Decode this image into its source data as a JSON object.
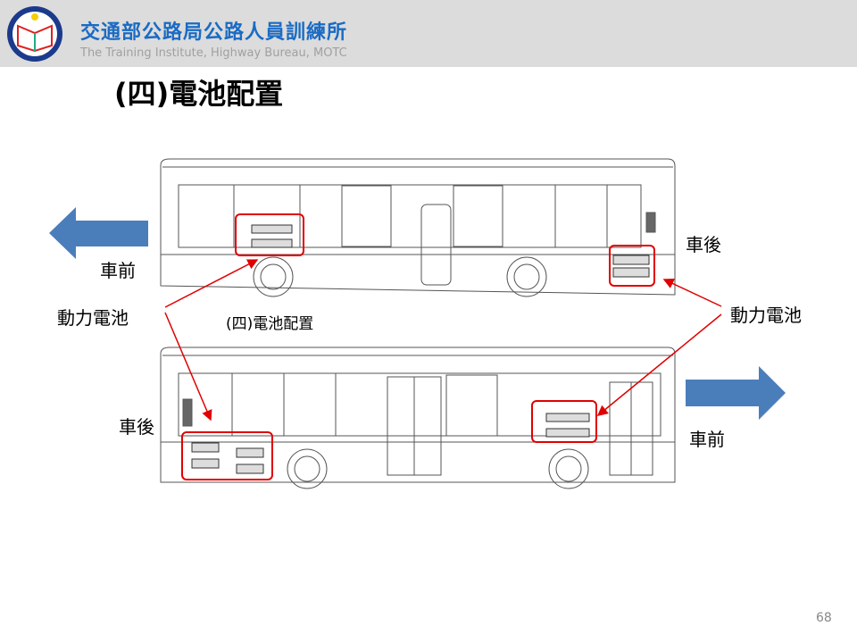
{
  "header": {
    "org_name": "交通部公路局公路人員訓練所",
    "org_name_en": "The Training Institute, Highway Bureau,  MOTC",
    "logo": "training-institute-seal"
  },
  "slide": {
    "title": "(四)電池配置",
    "caption": "(四)電池配置",
    "page_number": "68",
    "labels": {
      "top_front": "車前",
      "top_rear": "車後",
      "left_battery": "動力電池",
      "right_battery": "動力電池",
      "bottom_rear": "車後",
      "bottom_front": "車前"
    }
  },
  "colors": {
    "accent": "#1a6bc4",
    "highlight": "#e00000",
    "arrow": "#4a7ebb"
  }
}
